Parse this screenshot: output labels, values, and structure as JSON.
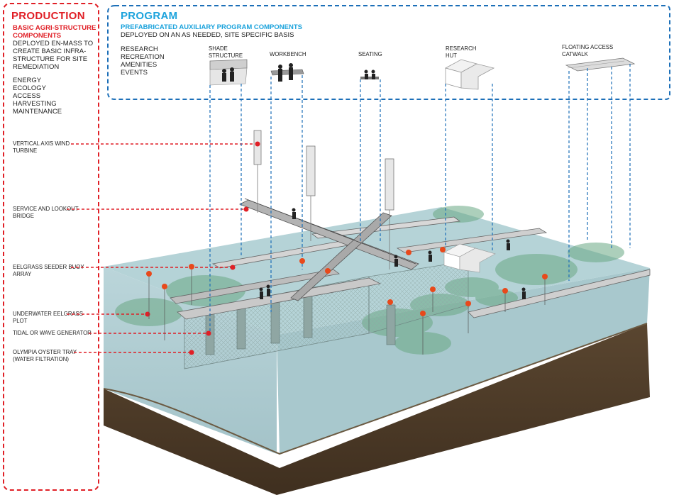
{
  "production": {
    "title": "PRODUCTION",
    "subtitle_lines": [
      "BASIC AGRI-STRUCTURE",
      "COMPONENTS"
    ],
    "description_lines": [
      "DEPLOYED EN-MASS TO",
      "CREATE BASIC INFRA-",
      "STRUCTURE FOR SITE",
      "REMEDIATION"
    ],
    "goals": [
      "ENERGY",
      "ECOLOGY",
      "ACCESS",
      "HARVESTING",
      "MAINTENANCE"
    ],
    "components": [
      [
        "VERTICAL AXIS WIND",
        "TURBINE"
      ],
      [
        "SERVICE AND LOOKOUT",
        "BRIDGE"
      ],
      [
        "EELGRASS SEEDER BUOY",
        "ARRAY"
      ],
      [
        "UNDERWATER EELGRASS",
        "PLOT"
      ],
      [
        "TIDAL OR WAVE GENERATOR"
      ],
      [
        "OLYMPIA OYSTER TRAY",
        "(WATER FILTRATION)"
      ]
    ]
  },
  "program": {
    "title": "PROGRAM",
    "subtitle": "PREFABRICATED AUXILIARY PROGRAM COMPONENTS",
    "description": "DEPLOYED ON AN AS NEEDED, SITE SPECIFIC BASIS",
    "uses": [
      "RESEARCH",
      "RECREATION",
      "AMENITIES",
      "EVENTS"
    ],
    "components": [
      [
        "SHADE",
        "STRUCTURE"
      ],
      [
        "WORKBENCH"
      ],
      [
        "SEATING"
      ],
      [
        "RESEARCH",
        "HUT"
      ],
      [
        "FLOATING ACCESS",
        "CATWALK"
      ]
    ]
  },
  "colors": {
    "production": "#e01f26",
    "program": "#1ca3dc",
    "water": "#a9ccd3",
    "soil": "#4f3d2b",
    "eelgrass": "#6aa884",
    "buoy": "#e8491b"
  }
}
